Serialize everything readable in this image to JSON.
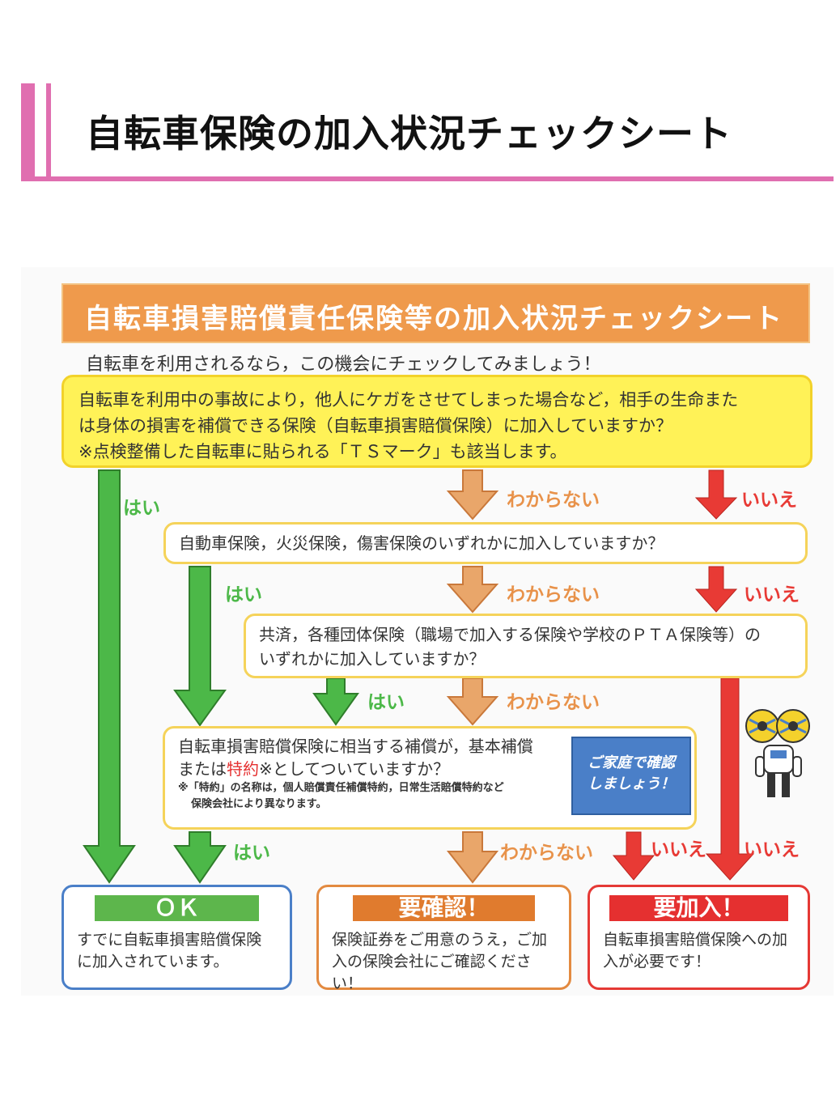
{
  "page_title": "自転車保険の加入状況チェックシート",
  "chart": {
    "banner_title": "自転車損害賠償責任保険等の加入状況チェックシート",
    "intro": "自転車を利用されるなら，この機会にチェックしてみましょう！",
    "q1": {
      "line1": "自転車を利用中の事故により，他人にケガをさせてしまった場合など，相手の生命また",
      "line2": "は身体の損害を補償できる保険（自転車損害賠償保険）に加入していますか？",
      "line3": "※点検整備した自転車に貼られる「ＴＳマーク」も該当します。"
    },
    "q2": {
      "text": "自動車保険，火災保険，傷害保険のいずれかに加入していますか？"
    },
    "q3": {
      "line1": "共済，各種団体保険（職場で加入する保険や学校のＰＴＡ保険等）の",
      "line2": "いずれかに加入していますか？"
    },
    "q4": {
      "line1": "自転車損害賠償保険に相当する補償が，基本補償",
      "line2_pre": "または",
      "line2_red": "特約",
      "line2_post": "※としてついていますか？",
      "note1": "※「特約」の名称は，個人賠償責任補償特約，日常生活賠償特約など",
      "note2": "保険会社により異なります。"
    },
    "confirm_box": {
      "line1": "ご家庭で確認",
      "line2": "しましょう！"
    },
    "labels": {
      "yes": "はい",
      "unknown": "わからない",
      "no": "いいえ"
    },
    "results": {
      "ok": {
        "head": "ＯＫ",
        "body1": "すでに自転車損害賠償保険",
        "body2": "に加入されています。"
      },
      "check": {
        "head": "要確認！",
        "body1": "保険証券をご用意のうえ，ご加",
        "body2": "入の保険会社にご確認くださ",
        "body3": "い！"
      },
      "join": {
        "head": "要加入！",
        "body1": "自転車損害賠償保険への加",
        "body2": "入が必要です！"
      }
    },
    "colors": {
      "pink": "#e06fb0",
      "banner": "#ef9a4c",
      "yes_green": "#4cb848",
      "unknown_orange": "#e8924a",
      "no_red": "#e83a35",
      "box_blue": "#4a7fc8"
    }
  }
}
